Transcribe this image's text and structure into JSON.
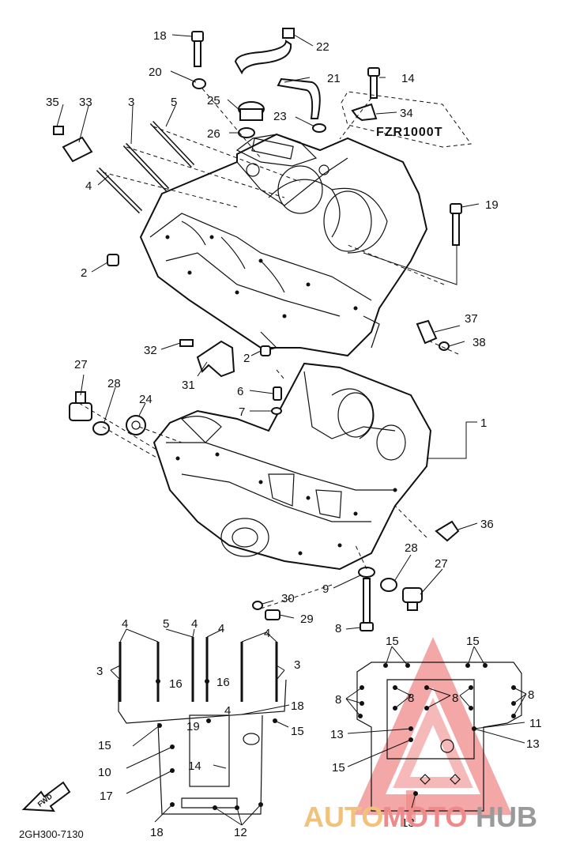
{
  "labels": {
    "l1": "1",
    "l2a": "2",
    "l2b": "2",
    "l3a": "3",
    "l4a": "4",
    "l5a": "5",
    "l6": "6",
    "l7": "7",
    "l8a": "8",
    "l9": "9",
    "l14a": "14",
    "l18a": "18",
    "l19a": "19",
    "l20": "20",
    "l21": "21",
    "l22": "22",
    "l23": "23",
    "l24": "24",
    "l25": "25",
    "l26": "26",
    "l27a": "27",
    "l27b": "27",
    "l28a": "28",
    "l28b": "28",
    "l29": "29",
    "l30": "30",
    "l31": "31",
    "l32": "32",
    "l33": "33",
    "l34": "34",
    "l35": "35",
    "l36": "36",
    "l37": "37",
    "l38": "38",
    "b_4a": "4",
    "b_5": "5",
    "b_4b": "4",
    "b_4c": "4",
    "b_4d": "4",
    "b_4e": "4",
    "b_3l": "3",
    "b_3r": "3",
    "b_16a": "16",
    "b_16b": "16",
    "b_18": "18",
    "b_19": "19",
    "b_15l": "15",
    "b_15r": "15",
    "b_10": "10",
    "b_14": "14",
    "b_17": "17",
    "b_18b": "18",
    "b_12": "12",
    "r_15a": "15",
    "r_15b": "15",
    "r_8a": "8",
    "r_8b": "8",
    "r_8c": "8",
    "r_8d": "8",
    "r_11": "11",
    "r_13a": "13",
    "r_13b": "13",
    "r_15c": "15",
    "r_13c": "13"
  },
  "model_tag": "FZR1000T",
  "forward_label": "FWD",
  "drawing_code": "2GH300-7130",
  "watermark": {
    "auto": "AUTO",
    "moto": "MOTO",
    "hub": "HUB"
  },
  "colors": {
    "ink": "#111111",
    "wm_orange": "#f2c27a",
    "wm_red": "#ef8080",
    "wm_gray": "#9a9a9a"
  }
}
